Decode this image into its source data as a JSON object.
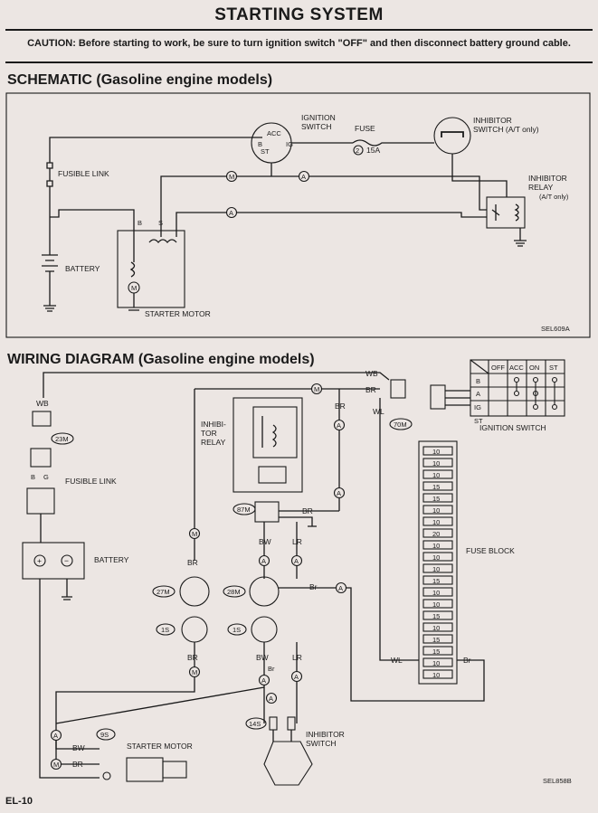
{
  "title": "STARTING SYSTEM",
  "caution": "CAUTION: Before starting to work, be sure to turn ignition switch \"OFF\" and then disconnect battery ground cable.",
  "schematic": {
    "heading": "SCHEMATIC (Gasoline engine models)",
    "ignition_switch_l1": "IGNITION",
    "ignition_switch_l2": "SWITCH",
    "acc": "ACC",
    "b": "B",
    "st": "ST",
    "ig": "IG",
    "fuse": "FUSE",
    "fuse_no": "2",
    "fuse_amp": "15A",
    "inhibitor_switch_l1": "INHIBITOR",
    "inhibitor_switch_l2": "SWITCH (A/T only)",
    "inhibitor_relay_l1": "INHIBITOR",
    "inhibitor_relay_l2": "RELAY",
    "inhibitor_relay_l3": "(A/T only)",
    "fusible_link": "FUSIBLE LINK",
    "battery": "BATTERY",
    "starter_motor": "STARTER MOTOR",
    "term_b": "B",
    "term_s": "S",
    "m": "M",
    "a": "A",
    "motor": "M",
    "code": "SEL609A"
  },
  "wiring": {
    "heading": "WIRING DIAGRAM (Gasoline engine models)",
    "wb": "WB",
    "br": "BR",
    "bw": "BW",
    "lr": "LR",
    "wl": "WL",
    "br_small": "Br",
    "b": "B",
    "g": "G",
    "m": "M",
    "a": "A",
    "c23m": "23M",
    "c70m": "70M",
    "c87m": "87M",
    "c27m": "27M",
    "c28m": "28M",
    "c1s": "1S",
    "c9s": "9S",
    "c14s": "14S",
    "fusible_link": "FUSIBLE LINK",
    "battery": "BATTERY",
    "inhibitor_relay_l1": "INHIBI-",
    "inhibitor_relay_l2": "TOR",
    "inhibitor_relay_l3": "RELAY",
    "ignition_switch": "IGNITION SWITCH",
    "fuse_block": "FUSE BLOCK",
    "starter_motor": "STARTER MOTOR",
    "inhibitor_switch_l1": "INHIBITOR",
    "inhibitor_switch_l2": "SWITCH",
    "plus": "+",
    "minus": "−",
    "ign_table": {
      "cols": [
        "OFF",
        "ACC",
        "ON",
        "ST"
      ],
      "rows": [
        "B",
        "A",
        "IG",
        "ST"
      ]
    },
    "fuses": [
      "10",
      "10",
      "10",
      "15",
      "15",
      "10",
      "10",
      "20",
      "10",
      "10",
      "10",
      "15",
      "10",
      "10",
      "15",
      "10",
      "15",
      "15",
      "10",
      "10"
    ],
    "code": "SEL858B"
  },
  "page_number": "EL-10"
}
